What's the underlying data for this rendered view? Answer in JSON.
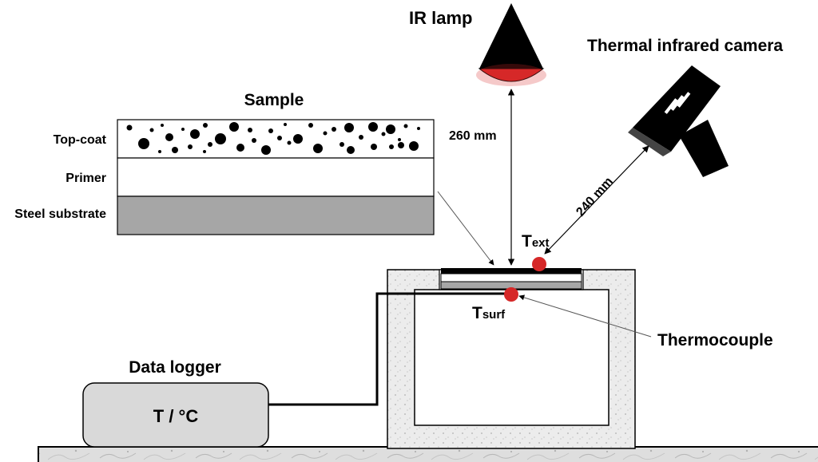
{
  "labels": {
    "ir_lamp": "IR lamp",
    "camera": "Thermal infrared camera",
    "sample": "Sample",
    "top_coat": "Top-coat",
    "primer": "Primer",
    "steel": "Steel substrate",
    "dist_lamp": "260 mm",
    "dist_camera": "240 mm",
    "t_ext_main": "T",
    "t_ext_sub": "ext",
    "t_surf_main": "T",
    "t_surf_sub": "surf",
    "thermocouple": "Thermocouple",
    "data_logger": "Data logger",
    "logger_display": "T / °C"
  },
  "colors": {
    "sensor_red": "#d62828",
    "substrate_grey": "#a6a6a6",
    "logger_fill": "#d9d9d9",
    "holder_fill": "#e6e6e6"
  }
}
